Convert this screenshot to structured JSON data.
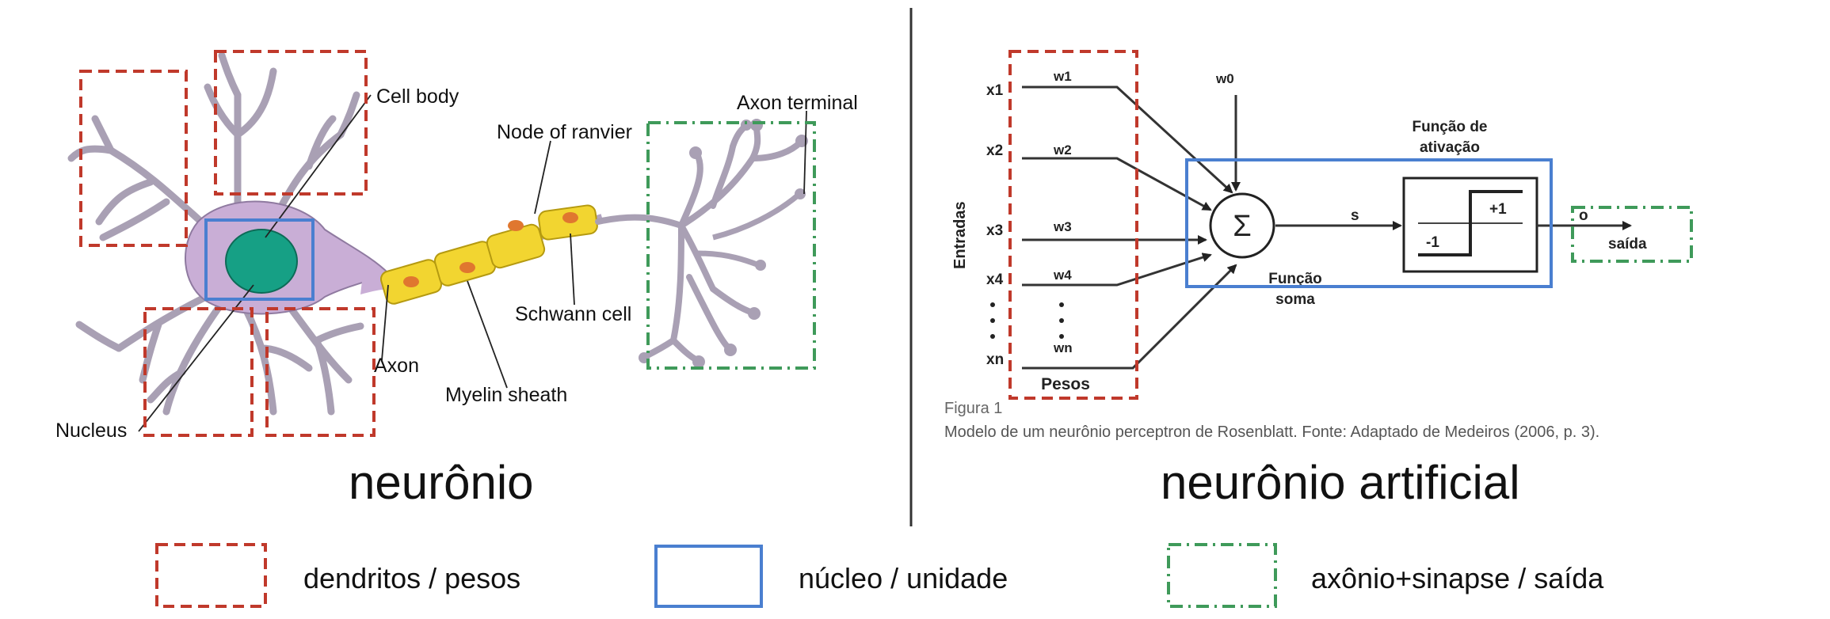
{
  "neuron": {
    "title": "neurônio",
    "labels": {
      "cell_body": "Cell body",
      "node_of_ranvier": "Node of ranvier",
      "axon_terminal": "Axon terminal",
      "schwann_cell": "Schwann cell",
      "axon": "Axon",
      "myelin_sheath": "Myelin sheath",
      "nucleus": "Nucleus"
    }
  },
  "perceptron": {
    "title": "neurônio artificial",
    "inputs": [
      "x1",
      "x2",
      "x3",
      "x4",
      "xn"
    ],
    "weights": [
      "w1",
      "w2",
      "w3",
      "w4",
      "wn"
    ],
    "bias": "w0",
    "inputs_axis_label": "Entradas",
    "weights_label": "Pesos",
    "sum_symbol": "Σ",
    "sum_label_line1": "Função",
    "sum_label_line2": "soma",
    "signal_label": "s",
    "activation_label_line1": "Função de",
    "activation_label_line2": "ativação",
    "activation_high": "+1",
    "activation_low": "-1",
    "output_symbol": "o",
    "output_label": "saída",
    "figure_caption": "Figura 1",
    "figure_description": "Modelo de um neurônio perceptron de Rosenblatt. Fonte: Adaptado de Medeiros (2006, p. 3)."
  },
  "legend": [
    {
      "label": "dendritos / pesos",
      "color": "#c0392b",
      "style": "dashed"
    },
    {
      "label": "núcleo / unidade",
      "color": "#4a7fd0",
      "style": "solid"
    },
    {
      "label": "axônio+sinapse / saída",
      "color": "#3f9a5a",
      "style": "dash-dot"
    }
  ],
  "colors": {
    "dendrite_box": "#c0392b",
    "core_box": "#4a7fd0",
    "axon_box": "#3f9a5a",
    "cell_fill": "#c9aed6",
    "nucleus_fill": "#16a085",
    "myelin_fill": "#f2d530"
  }
}
